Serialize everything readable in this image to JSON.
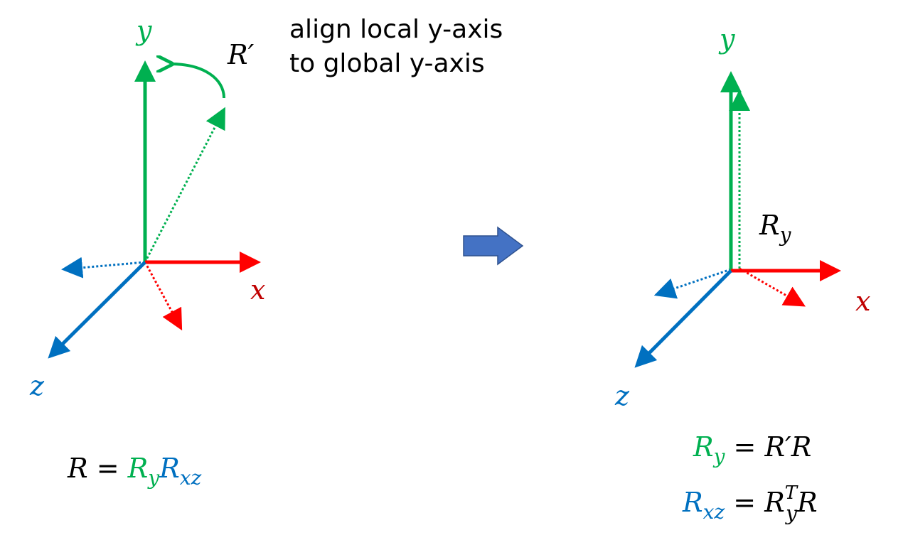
{
  "colors": {
    "green": "#00b050",
    "red": "#ff0000",
    "dark_red": "#c00000",
    "blue": "#0070c0",
    "block_arrow": "#4472c4"
  },
  "caption": {
    "line1": "align local y-axis",
    "line2": "to global y-axis"
  },
  "left": {
    "label_y": "y",
    "label_x": "x",
    "label_z": "z",
    "rotation_label": "R′",
    "equation": {
      "lhs": "R",
      "eq": " = ",
      "r": "R",
      "r_sub": "y",
      "r2": "R",
      "r2_sub": "xz"
    }
  },
  "right": {
    "label_y": "y",
    "label_x": "x",
    "label_z": "z",
    "ry_label": "R",
    "ry_label_sub": "y",
    "equation1": {
      "r": "R",
      "r_sub": "y",
      "rest": " = R′R"
    },
    "equation2": {
      "r": "R",
      "r_sub": "xz",
      "eq": " = ",
      "r2": "R",
      "r2_sup": "T",
      "r2_sub": "y",
      "tail": "R"
    }
  }
}
